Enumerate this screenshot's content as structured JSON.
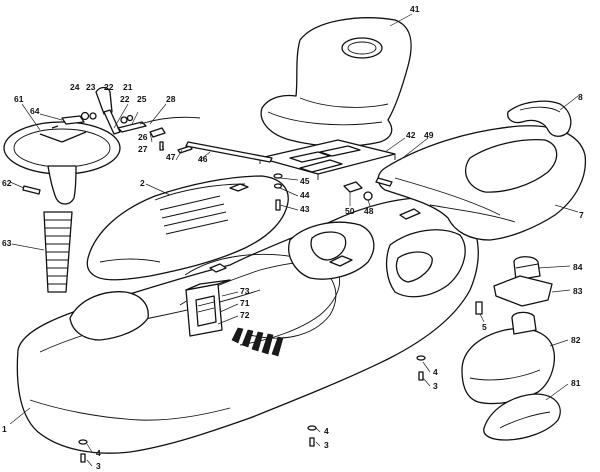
{
  "diagram": {
    "callouts": [
      {
        "id": "c41",
        "label": "41"
      },
      {
        "id": "c8",
        "label": "8"
      },
      {
        "id": "c7",
        "label": "7"
      },
      {
        "id": "c84",
        "label": "84"
      },
      {
        "id": "c83",
        "label": "83"
      },
      {
        "id": "c82",
        "label": "82"
      },
      {
        "id": "c81",
        "label": "81"
      },
      {
        "id": "c5",
        "label": "5"
      },
      {
        "id": "c61",
        "label": "61"
      },
      {
        "id": "c64",
        "label": "64"
      },
      {
        "id": "c62",
        "label": "62"
      },
      {
        "id": "c63",
        "label": "63"
      },
      {
        "id": "c1",
        "label": "1"
      },
      {
        "id": "c24",
        "label": "24"
      },
      {
        "id": "c23",
        "label": "23"
      },
      {
        "id": "c22a",
        "label": "22"
      },
      {
        "id": "c21",
        "label": "21"
      },
      {
        "id": "c22b",
        "label": "22"
      },
      {
        "id": "c25",
        "label": "25"
      },
      {
        "id": "c28",
        "label": "28"
      },
      {
        "id": "c26",
        "label": "26"
      },
      {
        "id": "c27",
        "label": "27"
      },
      {
        "id": "c47",
        "label": "47"
      },
      {
        "id": "c46",
        "label": "46"
      },
      {
        "id": "c2",
        "label": "2"
      },
      {
        "id": "c42",
        "label": "42"
      },
      {
        "id": "c49",
        "label": "49"
      },
      {
        "id": "c45",
        "label": "45"
      },
      {
        "id": "c44",
        "label": "44"
      },
      {
        "id": "c43",
        "label": "43"
      },
      {
        "id": "c50",
        "label": "50"
      },
      {
        "id": "c48",
        "label": "48"
      },
      {
        "id": "c73",
        "label": "73"
      },
      {
        "id": "c71",
        "label": "71"
      },
      {
        "id": "c72",
        "label": "72"
      },
      {
        "id": "c4a",
        "label": "4"
      },
      {
        "id": "c3a",
        "label": "3"
      },
      {
        "id": "c4b",
        "label": "4"
      },
      {
        "id": "c3b",
        "label": "3"
      },
      {
        "id": "c4c",
        "label": "4"
      },
      {
        "id": "c3c",
        "label": "3"
      }
    ]
  }
}
